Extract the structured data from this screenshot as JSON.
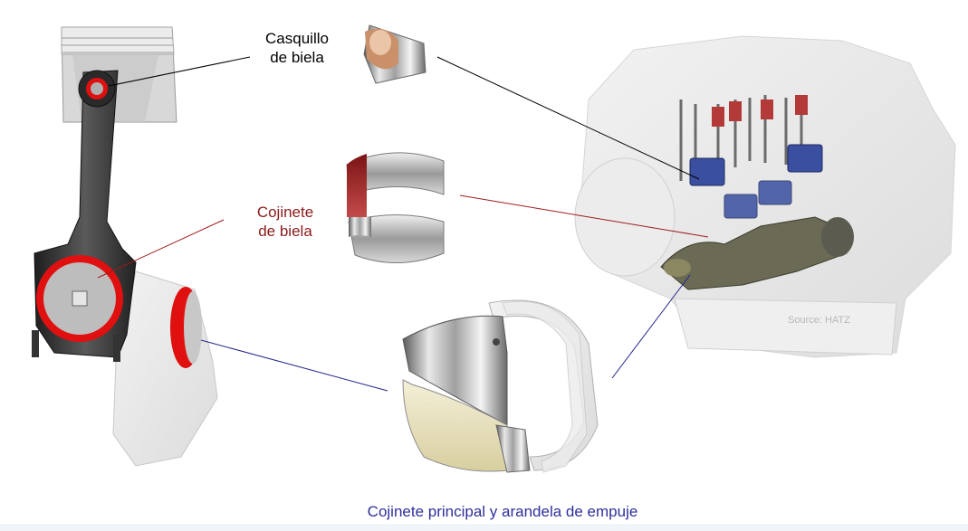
{
  "labels": {
    "small_end_bush": [
      "Casquillo",
      "de biela"
    ],
    "big_end_bearing": [
      "Cojinete",
      "de biela"
    ],
    "main_bearing": "Cojinete principal y arandela de empuje"
  },
  "source": "Source: HATZ",
  "colors": {
    "small_end_line": "#000000",
    "big_end_line": "#a01c1c",
    "main_bearing_line": "#23238a",
    "highlight_red": "#e01010",
    "shell_red": "#9a2020",
    "shell_bronze": "#c9906a",
    "shell_yellow": "#e8e0c0",
    "engine_blue": "#3a4fa0"
  },
  "icons": [
    "piston-icon",
    "connecting-rod-icon",
    "crankshaft-icon",
    "bush-icon",
    "bearing-shell-icon",
    "thrust-washer-icon",
    "engine-icon"
  ]
}
